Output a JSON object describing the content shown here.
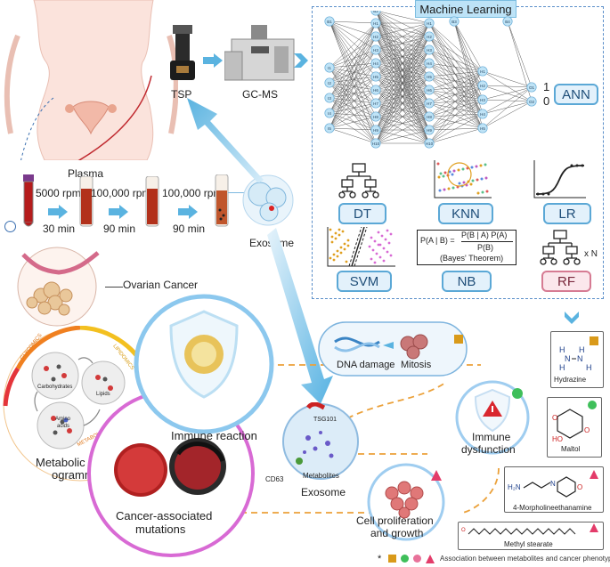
{
  "ml": {
    "title": "Machine Learning",
    "algorithms": [
      "ANN",
      "DT",
      "KNN",
      "LR",
      "SVM",
      "NB",
      "RF"
    ],
    "ann_output": [
      "1",
      "0"
    ],
    "rf_multiplier": "x N",
    "nb_formula_lhs": "P(A | B) =",
    "nb_formula_num": "P(B | A) P(A)",
    "nb_formula_den": "P(B)",
    "nb_caption": "(Bayes' Theorem)",
    "nodes": {
      "bias1": "B1",
      "bias2": "B2",
      "bias3": "B3",
      "bias4": "B4",
      "inputs": [
        "I1",
        "I2",
        "I3",
        "I4",
        "I5"
      ],
      "hidden": [
        "H1",
        "H2",
        "H3",
        "H4",
        "H5",
        "H6",
        "H7",
        "H8",
        "H9",
        "H10"
      ],
      "out": [
        "O1",
        "O2"
      ]
    }
  },
  "workflow": {
    "tsp": "TSP",
    "gcms": "GC-MS",
    "plasma": "Plasma",
    "step1_speed": "5000 rpm",
    "step1_time": "30 min",
    "step2_speed": "100,000 rpm",
    "step2_time": "90 min",
    "step3_speed": "100,000 rpm",
    "step3_time": "90 min",
    "exosome": "Exosome",
    "ovarian_cancer": "Ovarian Cancer"
  },
  "metabolic": {
    "title_line1": "Metabolic repr-",
    "title_line2": "ogramming",
    "glycomics": "GLYCOMICS",
    "lipidomics": "LIPIDOMICS",
    "metabolomics": "METABOLOMICS",
    "carbohydrates": "Carbohydrates",
    "lipids": "Lipids",
    "amino_acids_1": "Amino",
    "amino_acids_2": "acids"
  },
  "center": {
    "immune_reaction": "Immune reaction",
    "tsg101": "TSG101",
    "metabolites": "Metabolites",
    "cd63": "CD63",
    "exosome": "Exosome",
    "cancer_line1": "Cancer-associated",
    "cancer_line2": "mutations"
  },
  "phenotypes": {
    "dna_damage": "DNA damage",
    "mitosis": "Mitosis",
    "immune_dys_1": "Immune",
    "immune_dys_2": "dysfunction",
    "prolif_1": "Cell proliferation",
    "prolif_2": "and growth"
  },
  "metabolites": {
    "hydrazine": "Hydrazine",
    "maltol": "Maltol",
    "morpholine": "4-Morpholineethanamine",
    "methyl_stearate": "Methyl stearate"
  },
  "legend": {
    "asterisk": "*",
    "text": "Association between metabolites and cancer phenotypes"
  }
}
